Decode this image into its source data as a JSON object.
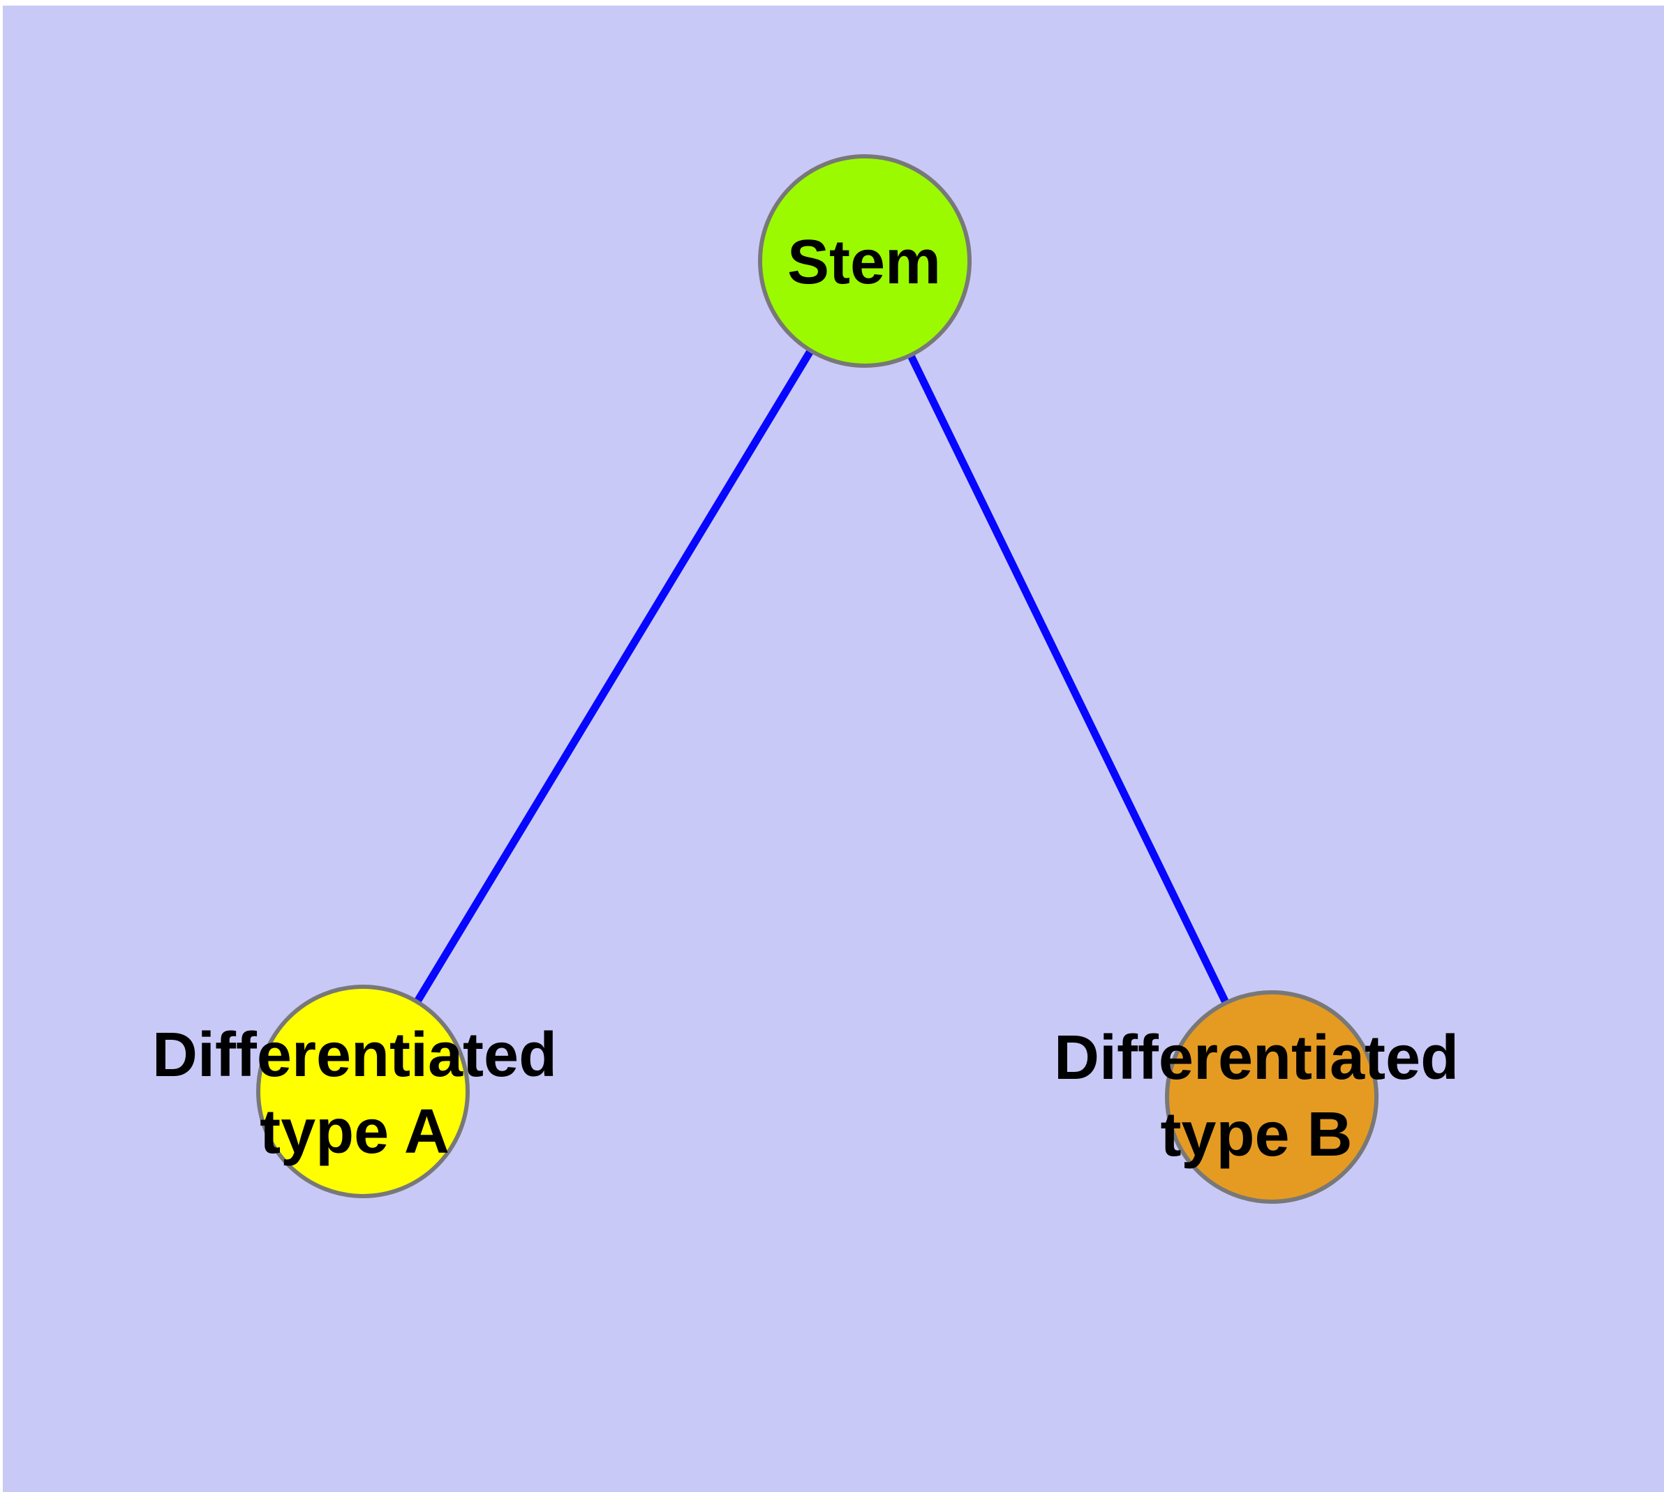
{
  "canvas": {
    "panel_color": "#c9c9f7",
    "page_margin_color": "#ffffff"
  },
  "graph": {
    "type": "node-link-diagram",
    "description_visible_text_only": "Stem node connected to two differentiated cell type nodes",
    "nodes": [
      {
        "id": "stem",
        "label": "Stem",
        "label_lines": [
          "Stem"
        ],
        "fill": "#9bfa00",
        "border_color": "#787878"
      },
      {
        "id": "differentiated-type-a",
        "label": "Differentiated type A",
        "label_lines": [
          "Differentiated",
          "type A"
        ],
        "fill": "#ffff00",
        "border_color": "#787878"
      },
      {
        "id": "differentiated-type-b",
        "label": "Differentiated type B",
        "label_lines": [
          "Differentiated",
          "type B"
        ],
        "fill": "#e59b22",
        "border_color": "#787878"
      }
    ],
    "edges": [
      {
        "from": "stem",
        "to": "differentiated-type-a",
        "color": "#0707ff"
      },
      {
        "from": "stem",
        "to": "differentiated-type-b",
        "color": "#0707ff"
      }
    ]
  }
}
